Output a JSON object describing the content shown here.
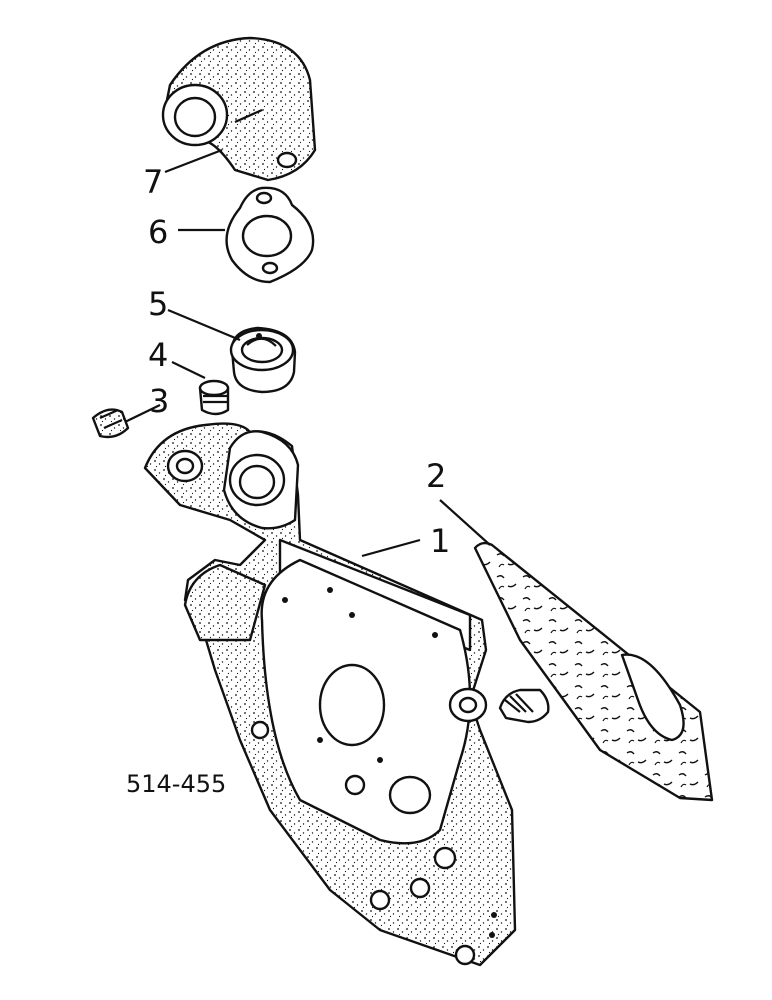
{
  "figure_code": "514-455",
  "callouts": [
    {
      "id": "1",
      "text": "1"
    },
    {
      "id": "2",
      "text": "2"
    },
    {
      "id": "3",
      "text": "3"
    },
    {
      "id": "4",
      "text": "4"
    },
    {
      "id": "5",
      "text": "5"
    },
    {
      "id": "6",
      "text": "6"
    },
    {
      "id": "7",
      "text": "7"
    }
  ],
  "colors": {
    "ink": "#111111",
    "paper": "#ffffff"
  }
}
